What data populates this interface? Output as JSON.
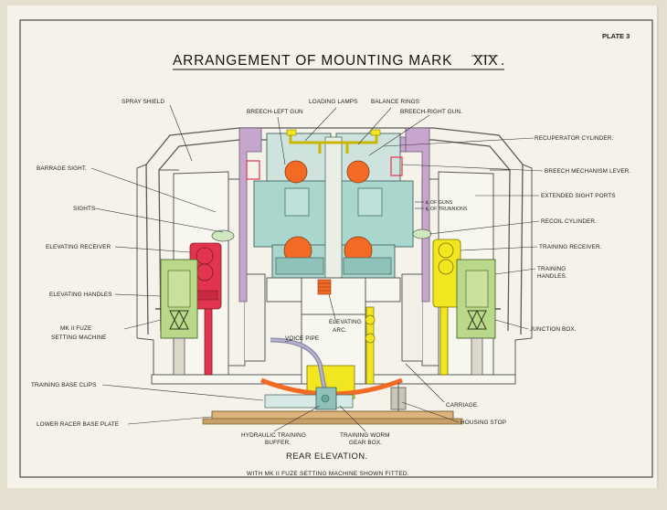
{
  "plate_label": "PLATE 3",
  "title_main": "ARRANGEMENT OF MOUNTING MARK",
  "title_mark": "XIX",
  "subtitle": "REAR ELEVATION.",
  "subtitle_note": "WITH MK II FUZE SETTING MACHINE SHOWN FITTED.",
  "labels": {
    "spray_shield": "SPRAY SHIELD",
    "loading_lamps": "LOADING LAMPS",
    "balance_rings": "BALANCE RINGS",
    "breech_left_gun": "BREECH-LEFT GUN",
    "breech_right_gun": "BREECH-RIGHT GUN.",
    "recuperator_cylinder": "RECUPERATOR CYLINDER.",
    "barrage_sight": "BARRAGE SIGHT.",
    "breech_mechanism_lever": "BREECH MECHANISM LEVER.",
    "extended_sight_ports": "EXTENDED SIGHT PORTS",
    "sights": "SIGHTS",
    "cl_of_guns": "℄ OF GUNS",
    "cl_of_trunnions": "℄ OF TRUNNIONS",
    "recoil_cylinder": "RECOIL CYLINDER.",
    "elevating_receiver": "ELEVATING RECEIVER",
    "training_receiver": "TRAINING RECEIVER.",
    "training_handles_1": "TRAINING",
    "training_handles_2": "HANDLES.",
    "elevating_handles": "ELEVATING HANDLES",
    "mk2_fuze_1": "MK II FUZE",
    "mk2_fuze_2": "SETTING MACHINE",
    "elevating_arc_1": "ELEVATING",
    "elevating_arc_2": "ARC.",
    "voice_pipe": "VOICE PIPE",
    "junction_box": "JUNCTION BOX.",
    "training_base_clips": "TRAINING BASE CLIPS",
    "carriage": "CARRIAGE.",
    "lower_racer_base_plate": "LOWER RACER BASE PLATE",
    "housing_stop": "HOUSING STOP",
    "hydraulic_training_1": "HYDRAULIC TRAINING",
    "hydraulic_training_2": "BUFFER.",
    "training_worm_1": "TRAINING WORM",
    "training_worm_2": "GEAR BOX."
  },
  "colors": {
    "paper": "#f2f0e6",
    "breech_teal": "#a9d6cd",
    "breech_cap": "#cfe3de",
    "orange": "#f26a24",
    "purple": "#c6a6cc",
    "yellow": "#f2e620",
    "green": "#b9d88a",
    "red": "#e3344f",
    "wood": "#dcb37a"
  }
}
